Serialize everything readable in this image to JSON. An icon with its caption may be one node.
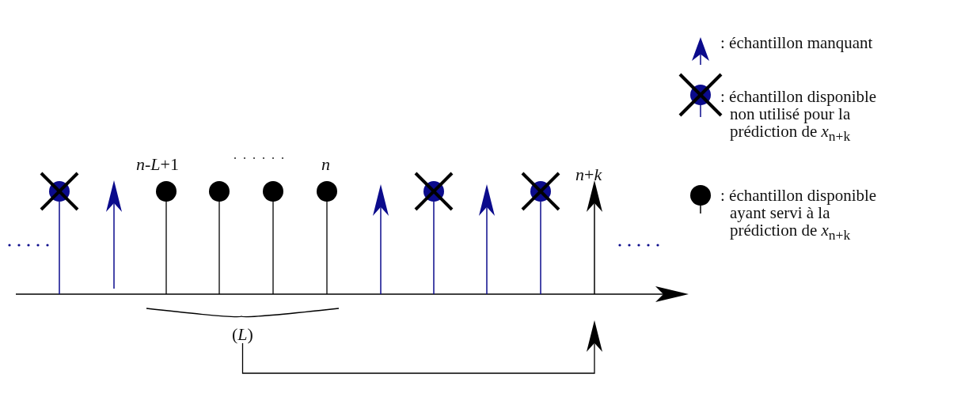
{
  "diagram": {
    "nodes": [
      {
        "text": [
          "(*L*)"
        ]
      },
      {
        "text": [],
        "shape": "arrow"
      }
    ],
    "edges": [
      {
        "from": 0,
        "to": 1,
        "arrow": "to"
      }
    ],
    "labels": [
      "*n*-*L*+1",
      "*n*",
      "*n*+*k*"
    ],
    "legend": [
      {
        "text": ": échantillon manquant"
      },
      {
        "text": ": échantillon disponible non utilisé pour la prédiction de *x*$_{n+k}$"
      },
      {
        "text": ": échantillon disponible ayant servi à la prédiction de *x*$_{n+k}$"
      }
    ]
  }
}
